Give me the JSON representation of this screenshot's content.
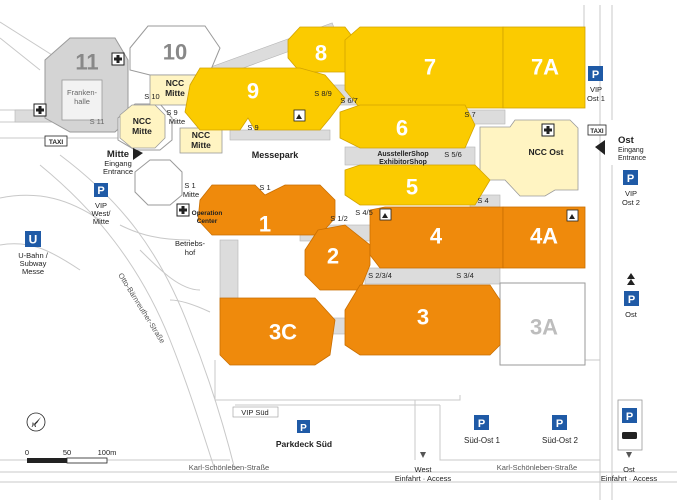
{
  "colors": {
    "yellow": "#fbcb00",
    "orange": "#ef8a0c",
    "gray_hall": "#d4d4d4",
    "gray_outline": "#9a9a9a",
    "ncc_fill": "#fff4c2",
    "path_gray": "#dcdcdc",
    "parking_blue": "#1f5aa6",
    "ubahn_blue": "#1f5aa6"
  },
  "halls": {
    "h11": "11",
    "h10": "10",
    "h9": "9",
    "h8": "8",
    "h7": "7",
    "h7a": "7A",
    "h6": "6",
    "h5": "5",
    "h4": "4",
    "h4a": "4A",
    "h3": "3",
    "h3a": "3A",
    "h3c": "3C",
    "h2": "2",
    "h1": "1"
  },
  "labels": {
    "frankenhalle_1": "Franken-",
    "frankenhalle_2": "halle",
    "ncc_mitte_top_1": "NCC",
    "ncc_mitte_top_2": "Mitte",
    "ncc_mitte_left_1": "NCC",
    "ncc_mitte_left_2": "Mitte",
    "ncc_mitte_mid_1": "NCC",
    "ncc_mitte_mid_2": "Mitte",
    "ncc_ost": "NCC Ost",
    "messepark": "Messepark",
    "aussteller_1": "AusstellerShop",
    "aussteller_2": "ExhibitorShop",
    "operation_1": "Operation",
    "operation_2": "Center",
    "betriebshof_1": "Betriebs-",
    "betriebshof_2": "hof",
    "mitte_1": "Mitte",
    "mitte_2": "Eingang",
    "mitte_3": "Entrance",
    "ost_1": "Ost",
    "ost_2": "Eingang",
    "ost_3": "Entrance",
    "ubahn_1": "U-Bahn /",
    "ubahn_2": "Subway",
    "ubahn_3": "Messe",
    "vip_west_1": "VIP",
    "vip_west_2": "West/",
    "vip_west_3": "Mitte",
    "vip_ost1_1": "VIP",
    "vip_ost1_2": "Ost 1",
    "vip_ost2_1": "VIP",
    "vip_ost2_2": "Ost 2",
    "ost_parking": "Ost",
    "vip_sued": "VIP Süd",
    "parkdeck_sued": "Parkdeck Süd",
    "sued_ost_1": "Süd-Ost 1",
    "sued_ost_2": "Süd-Ost 2",
    "karl_left": "Karl-Schönleben-Straße",
    "karl_right": "Karl-Schönleben-Straße",
    "otto": "Otto-Bärnreuther-Straße",
    "west_einfahrt_1": "West",
    "west_einfahrt_2": "Einfahrt · Access",
    "ost_einfahrt_1": "Ost",
    "ost_einfahrt_2": "Einfahrt · Access",
    "taxi_left": "TAXI",
    "taxi_right": "TAXI",
    "u_symbol": "U",
    "p_symbol": "P",
    "compass_n": "N"
  },
  "connectors": {
    "s10": "S 10",
    "s11": "S 11",
    "s9_mitte": "S 9",
    "s9_mitte2": "Mitte",
    "s9": "S 9",
    "s89": "S 8/9",
    "s67": "S 6/7",
    "s7": "S 7",
    "s56": "S 5/6",
    "s4": "S 4",
    "s45": "S 4/5",
    "s1mitte": "S 1",
    "s1mitte2": "Mitte",
    "s1": "S 1",
    "s12": "S 1/2",
    "s234": "S 2/3/4",
    "s34": "S 3/4"
  },
  "scale": {
    "t0": "0",
    "t50": "50",
    "t100": "100m"
  }
}
